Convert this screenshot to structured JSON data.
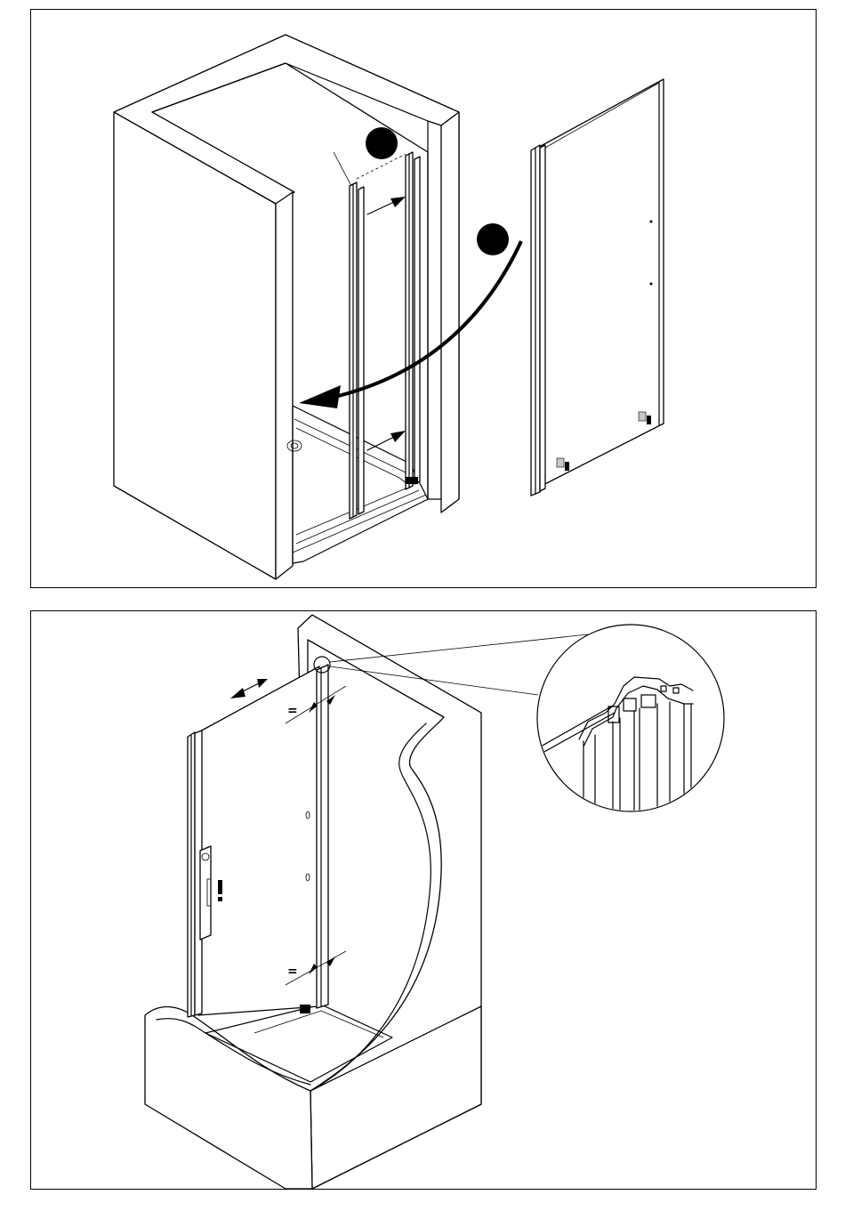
{
  "steps": [
    {
      "id": "step-remove-panel",
      "markers": [
        "",
        ""
      ],
      "colors": {
        "line": "#000000",
        "background": "#ffffff",
        "pad": "#c8c8c8"
      }
    },
    {
      "id": "step-align-panel",
      "symbols": {
        "equal_mark": "=",
        "warning_mark": "!"
      },
      "colors": {
        "line": "#000000",
        "background": "#ffffff"
      }
    }
  ],
  "icons": [
    "curved-arrow-icon",
    "double-arrow-icon",
    "warning-icon",
    "magnifier-detail"
  ]
}
